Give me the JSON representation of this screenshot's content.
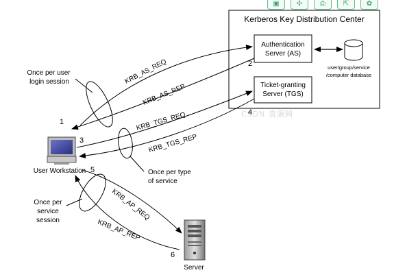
{
  "kdc": {
    "title": "Kerberos Key Distribution Center",
    "as_line1": "Authentication",
    "as_line2": "Server (AS)",
    "tgs_line1": "Ticket-granting",
    "tgs_line2": "Server (TGS)",
    "db_line1": "user/group/service",
    "db_line2": "/computer database"
  },
  "messages": {
    "as_req": "KRB_AS_REQ",
    "as_rep": "KRB_AS_REP",
    "tgs_req": "KRB_TGS_REQ",
    "tgs_rep": "KRB_TGS_REP",
    "ap_req": "KRB_AP_REQ",
    "ap_rep": "KRB_AP_REP"
  },
  "steps": {
    "s1": "1",
    "s2": "2",
    "s3": "3",
    "s4": "4",
    "s5": "5",
    "s6": "6"
  },
  "notes": {
    "login_line1": "Once per user",
    "login_line2": "login session",
    "service_line1": "Once per type",
    "service_line2": "of service",
    "session_line1": "Once per",
    "session_line2": "service",
    "session_line3": "session"
  },
  "nodes": {
    "workstation": "User Workstation",
    "server": "Server"
  },
  "toolbar_icons": [
    "save-icon",
    "share-icon",
    "print-icon",
    "export-icon",
    "settings-icon"
  ],
  "toolbar_glyphs": [
    "▣",
    "✣",
    "⎙",
    "⇱",
    "✿"
  ],
  "watermark": "CSDN 资源网"
}
